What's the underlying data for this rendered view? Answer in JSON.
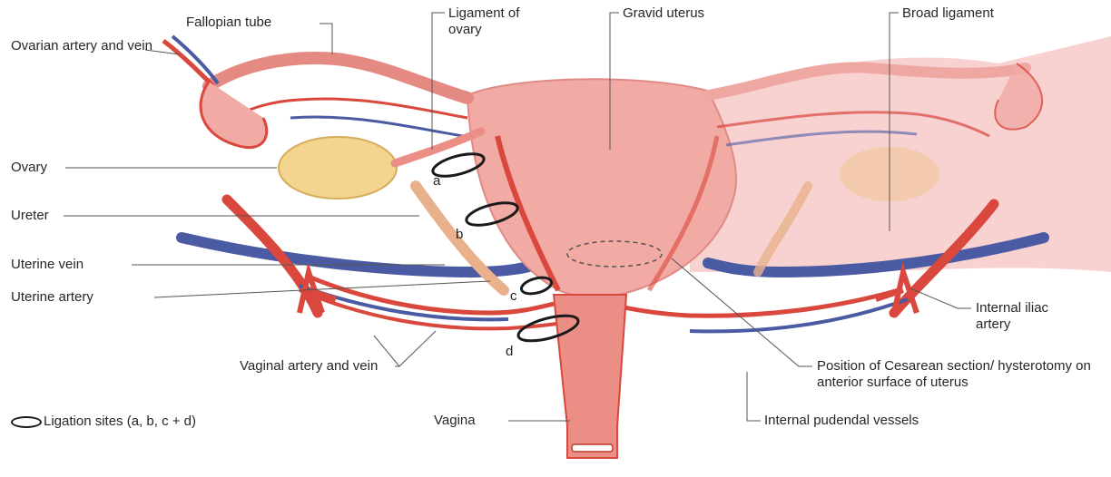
{
  "labels": {
    "fallopian_tube": "Fallopian tube",
    "ligament_of_ovary": "Ligament of ovary",
    "gravid_uterus": "Gravid uterus",
    "broad_ligament": "Broad ligament",
    "ovarian_artery_vein": "Ovarian artery and vein",
    "ovary": "Ovary",
    "ureter": "Ureter",
    "uterine_vein": "Uterine vein",
    "uterine_artery": "Uterine artery",
    "internal_iliac_artery": "Internal iliac artery",
    "vaginal_artery_vein": "Vaginal artery and vein",
    "cesarean_position": "Position of Cesarean section/ hysterotomy on anterior surface of uterus",
    "vagina": "Vagina",
    "internal_pudendal": "Internal pudendal vessels"
  },
  "ligation_sites": [
    "a",
    "b",
    "c",
    "d"
  ],
  "legend": {
    "ligation_sites": "Ligation sites (a, b, c + d)"
  },
  "colors": {
    "uterus": "#f2aaa5",
    "uterus_shade": "#e8918c",
    "artery": "#d9473d",
    "vein": "#4a5aa3",
    "ovary": "#f3d58f",
    "ureter": "#e8b18c",
    "broad_ligament": "#f7c9c9"
  }
}
